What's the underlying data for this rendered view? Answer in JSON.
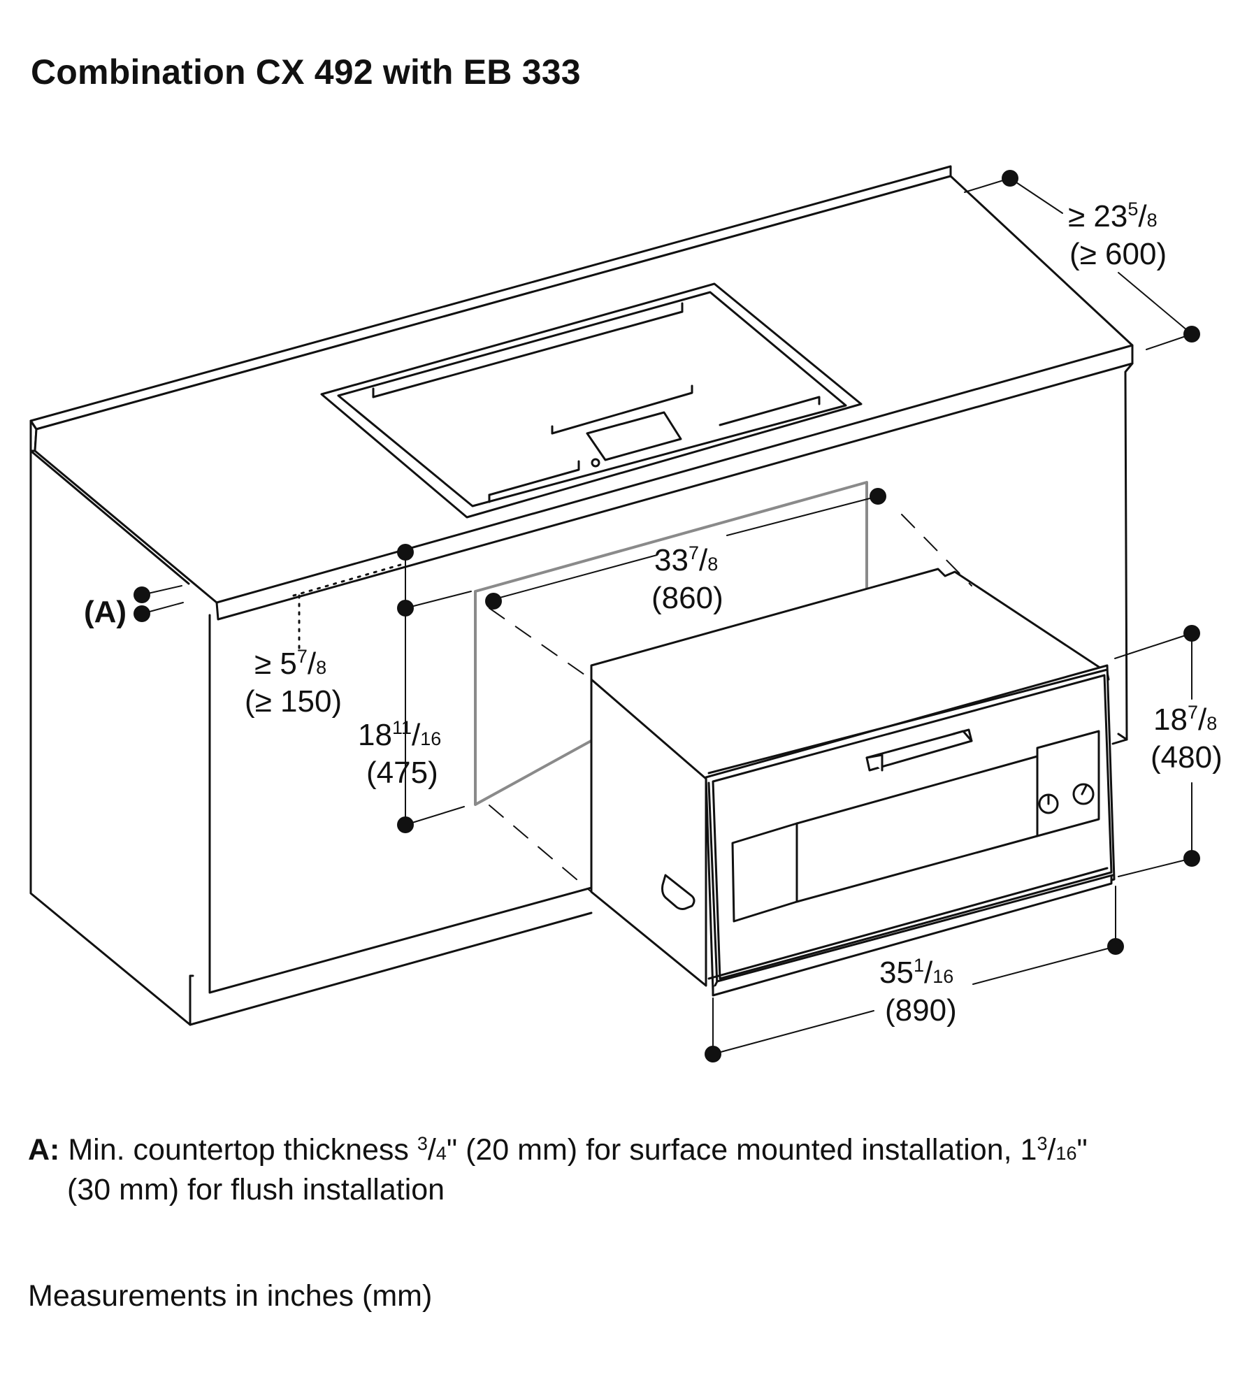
{
  "title": "Combination CX 492 with EB 333",
  "label_a": "(A)",
  "dimensions": {
    "depth_top": {
      "prefix": "≥ 23",
      "num": "5",
      "den": "8",
      "mm": "(≥ 600)"
    },
    "clearance": {
      "prefix": "≥ 5",
      "num": "7",
      "den": "8",
      "mm": "(≥ 150)"
    },
    "cutout_width": {
      "prefix": "33",
      "num": "7",
      "den": "8",
      "mm": "(860)"
    },
    "cutout_height": {
      "prefix": "18",
      "num": "11",
      "den": "16",
      "mm": "(475)"
    },
    "oven_height": {
      "prefix": "18",
      "num": "7",
      "den": "8",
      "mm": "(480)"
    },
    "oven_width": {
      "prefix": "35",
      "num": "1",
      "den": "16",
      "mm": "(890)"
    }
  },
  "note": {
    "key": "A:",
    "text1": " Min. countertop thickness ",
    "frac1_num": "3",
    "frac1_den": "4",
    "text2": "\" (20 mm) for surface mounted installation, 1",
    "frac2_num": "3",
    "frac2_den": "16",
    "text3": "\"",
    "line2": "(30 mm) for flush installation"
  },
  "units_note": "Measurements in inches (mm)"
}
